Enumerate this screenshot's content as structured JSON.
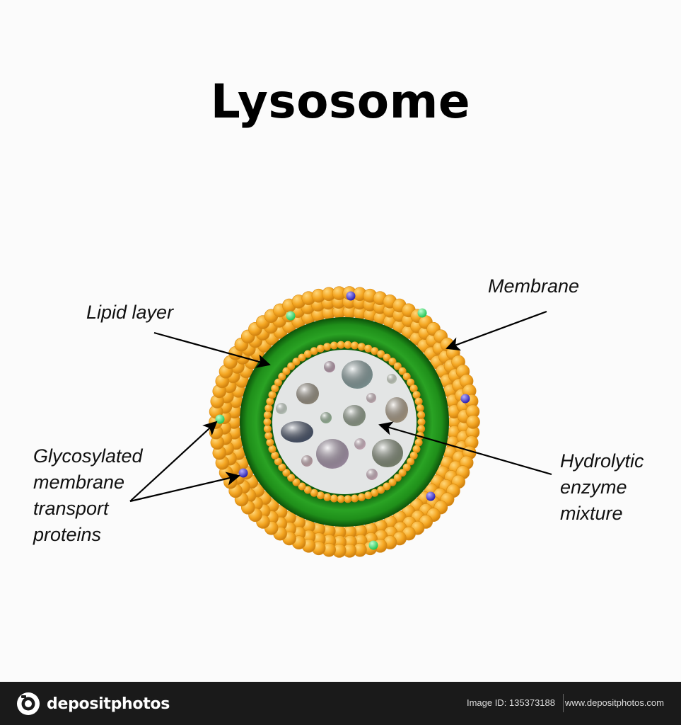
{
  "diagram": {
    "title": "Lysosome",
    "labels": {
      "lipid_layer": "Lipid layer",
      "membrane": "Membrane",
      "glyco": [
        "Glycosylated",
        "membrane",
        "transport",
        "proteins"
      ],
      "hydrolytic": [
        "Hydrolytic",
        "enzyme",
        "mixture"
      ]
    },
    "colors": {
      "lipid_bead": "#f4a622",
      "membrane_green": "#1f8f1a",
      "lumen": "#e3e5e5",
      "protein_green": "#33dd66",
      "protein_blue": "#4a3ad0"
    }
  },
  "footer": {
    "logo_text": "depositphotos",
    "image_id": "Image ID: 135373188",
    "url": "www.depositphotos.com"
  }
}
